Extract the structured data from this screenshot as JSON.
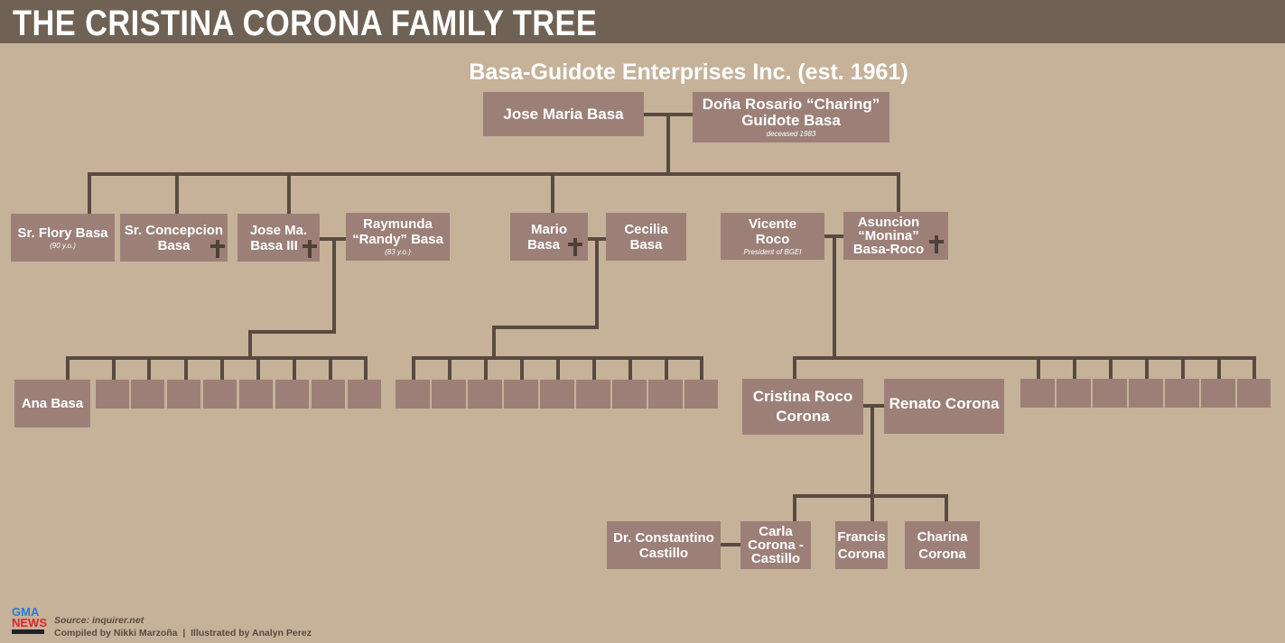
{
  "title": "THE CRISTINA CORONA FAMILY TREE",
  "company": "Basa-Guidote Enterprises Inc. (est. 1961)",
  "people": {
    "jose_maria_basa": {
      "name": "Jose Maria Basa"
    },
    "rosario": {
      "name1": "Doña Rosario “Charing”",
      "name2": "Guidote Basa",
      "note": "deceased 1983"
    },
    "flory": {
      "name": "Sr. Flory Basa",
      "note": "(90 y.o.)"
    },
    "concepcion": {
      "name1": "Sr. Concepcion",
      "name2": "Basa",
      "deceased": true
    },
    "jose_iii": {
      "name1": "Jose Ma.",
      "name2": "Basa III",
      "deceased": true
    },
    "raymunda": {
      "name1": "Raymunda",
      "name2": "“Randy” Basa",
      "note": "(83 y.o.)"
    },
    "mario": {
      "name1": "Mario",
      "name2": "Basa",
      "deceased": true
    },
    "cecilia": {
      "name1": "Cecilia",
      "name2": "Basa"
    },
    "vicente": {
      "name1": "Vicente",
      "name2": "Roco",
      "note": "President of BGEI"
    },
    "asuncion": {
      "name1": "Asuncion",
      "name2": "“Monina”",
      "name3": "Basa-Roco",
      "deceased": true
    },
    "ana": {
      "name": "Ana Basa"
    },
    "cristina": {
      "name1": "Cristina Roco",
      "name2": "Corona"
    },
    "renato": {
      "name": "Renato Corona"
    },
    "constantino": {
      "name1": "Dr. Constantino",
      "name2": "Castillo"
    },
    "carla": {
      "name1": "Carla",
      "name2": "Corona -",
      "name3": "Castillo"
    },
    "francis": {
      "name1": "Francis",
      "name2": "Corona"
    },
    "charina": {
      "name1": "Charina",
      "name2": "Corona"
    }
  },
  "footer": {
    "logo_text_1": "GMA",
    "logo_text_2": "NEWS",
    "source": "Source: inquirer.net",
    "credits": "Compiled by Nikki Marzoña  |  Illustrated by Analyn Perez"
  },
  "colors": {
    "background": "#c5b299",
    "header": "#6f6254",
    "box": "#9c8078",
    "line": "#5a4a40"
  }
}
